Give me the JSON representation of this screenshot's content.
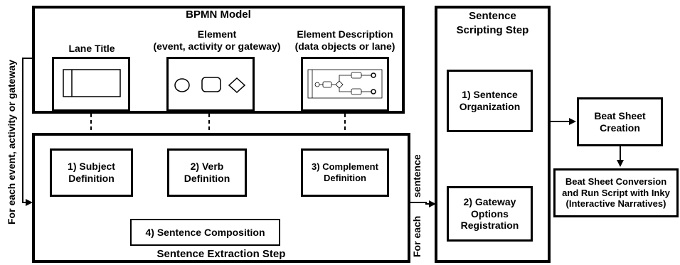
{
  "bpmn_model": {
    "title": "BPMN Model",
    "lane_title": "Lane Title",
    "element_line1": "Element",
    "element_line2": "(event, activity or gateway)",
    "desc_line1": "Element Description",
    "desc_line2": "(data objects or lane)"
  },
  "extraction": {
    "title": "Sentence Extraction Step",
    "subject": [
      "1) Subject",
      "Definition"
    ],
    "verb": [
      "2) Verb",
      "Definition"
    ],
    "complement": [
      "3) Complement",
      "Definition"
    ],
    "composition": "4) Sentence Composition"
  },
  "scripting": {
    "title": [
      "Sentence",
      "Scripting Step"
    ],
    "organization": [
      "1) Sentence",
      "Organization"
    ],
    "gateway": [
      "2) Gateway",
      "Options",
      "Registration"
    ]
  },
  "beat_sheet": {
    "creation": [
      "Beat Sheet",
      "Creation"
    ],
    "conversion": [
      "Beat Sheet Conversion",
      "and Run Script with Inky",
      "(Interactive Narratives)"
    ]
  },
  "side_labels": {
    "for_each_element": "For each event, activity or gateway",
    "for_each_sentence_a": "For each",
    "for_each_sentence_b": "sentence"
  }
}
